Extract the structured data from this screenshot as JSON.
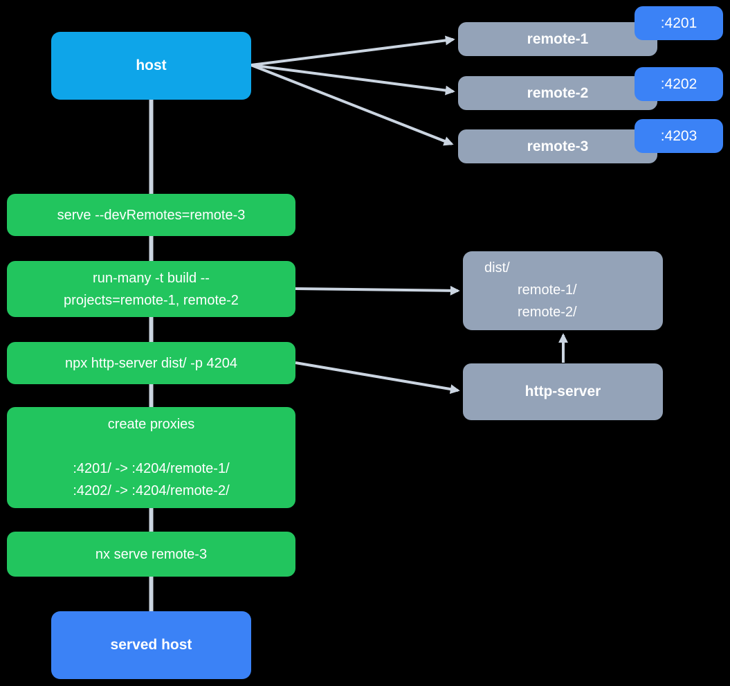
{
  "diagram": {
    "host": {
      "label": "host"
    },
    "remotes": [
      {
        "label": "remote-1",
        "port": ":4201"
      },
      {
        "label": "remote-2",
        "port": ":4202"
      },
      {
        "label": "remote-3",
        "port": ":4203"
      }
    ],
    "commands": [
      {
        "id": "serve-dev-remotes",
        "lines": [
          "serve --devRemotes=remote-3"
        ]
      },
      {
        "id": "run-many-build",
        "lines": [
          "run-many -t build --",
          "projects=remote-1, remote-2"
        ]
      },
      {
        "id": "npx-http-server",
        "lines": [
          "npx http-server dist/ -p 4204"
        ]
      },
      {
        "id": "create-proxies",
        "lines": [
          "create proxies",
          "",
          ":4201/ -> :4204/remote-1/",
          ":4202/ -> :4204/remote-2/"
        ]
      },
      {
        "id": "nx-serve-remote-3",
        "lines": [
          "nx serve remote-3"
        ]
      }
    ],
    "dist": {
      "lines": [
        "dist/",
        "remote-1/",
        "remote-2/"
      ]
    },
    "http_server": {
      "label": "http-server"
    },
    "served_host": {
      "label": "served host"
    }
  },
  "colors": {
    "host": "#0ea5e9",
    "remote": "#94a3b8",
    "badge": "#3b82f6",
    "command": "#22c55e",
    "served": "#3b82f6",
    "arrow": "#cbd5e1",
    "text": "#ffffff",
    "bg": "#000000"
  }
}
